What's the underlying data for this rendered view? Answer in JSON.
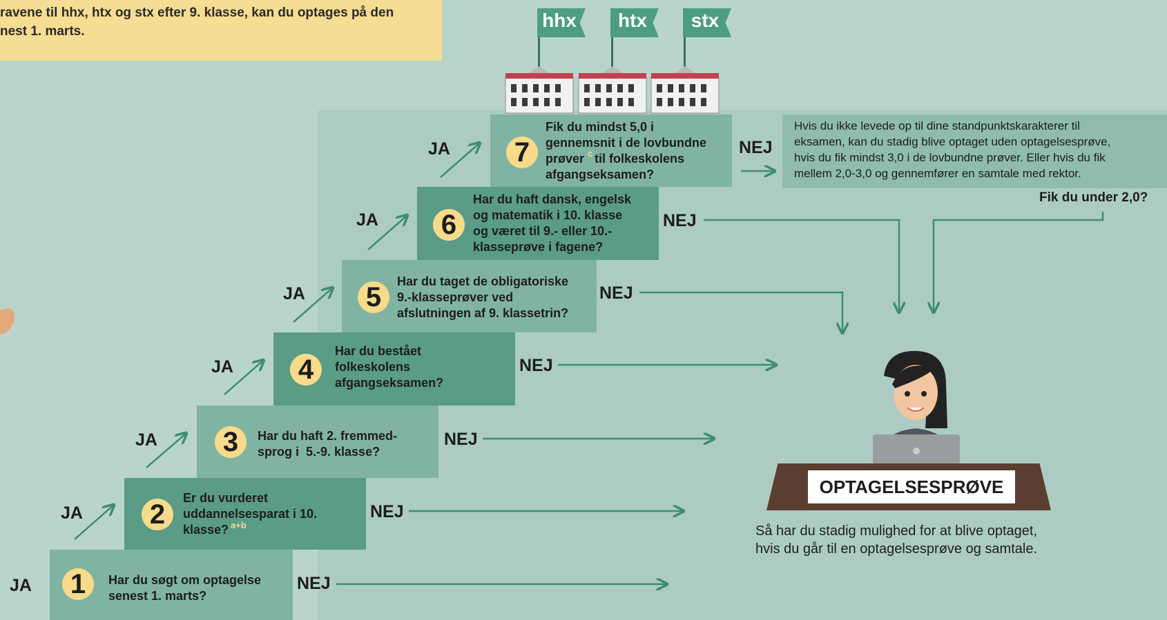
{
  "top_note": {
    "text": "ravene til hhx, htx og stx efter 9. klasse, kan du optages på den\nnest 1. marts."
  },
  "schools": [
    {
      "label": "hhx"
    },
    {
      "label": "htx"
    },
    {
      "label": "stx"
    }
  ],
  "steps": [
    {
      "number": "1",
      "question": "Har du søgt om optagelse\nsenest 1. marts?",
      "yes": "JA",
      "no": "NEJ"
    },
    {
      "number": "2",
      "question": "Er du vurderet\nuddannelsesparat i 10.\nklasse?",
      "superscript": "a+b",
      "yes": "JA",
      "no": "NEJ"
    },
    {
      "number": "3",
      "question": "Har du haft 2. fremmed-\nsprog i  5.-9. klasse?",
      "yes": "JA",
      "no": "NEJ"
    },
    {
      "number": "4",
      "question": "Har du bestået\nfolkeskolens\nafgangseksamen?",
      "yes": "JA",
      "no": "NEJ"
    },
    {
      "number": "5",
      "question": "Har du taget de obligatoriske\n9.-klasseprøver ved\nafslutningen af 9. klassetrin?",
      "yes": "JA",
      "no": "NEJ"
    },
    {
      "number": "6",
      "question": "Har du haft dansk, engelsk\nog matematik i 10. klasse\nog været til 9.- eller 10.-\nklasseprøve i fagene?",
      "yes": "JA",
      "no": "NEJ"
    },
    {
      "number": "7",
      "question": "Fik du mindst 5,0 i\ngennemsnit i de lovbundne\nprøver   til folkeskolens\nafgangseksamen?",
      "superscript": "c",
      "yes": "JA",
      "no": "NEJ"
    }
  ],
  "info_box": {
    "text": "Hvis du ikke levede op til dine standpunktskarakterer til\neksamen, kan du stadig blive optaget uden optagelsesprøve,\nhvis du fik mindst 3,0 i de lovbundne prøver. Eller hvis du fik\nmellem 2,0-3,0 og gennemfører en samtale med rektor."
  },
  "under_question": "Fik du under 2,0?",
  "destination": {
    "label": "OPTAGELSESPRØVE",
    "caption": "Så har du stadig mulighed for at blive optaget,\nhvis du går til en optagelsesprøve og samtale."
  },
  "colors": {
    "background": "#b9d5cb",
    "step_dark": "#5a9c86",
    "step_light": "#81b3a3",
    "badge": "#f7db8a",
    "note": "#f6dd94",
    "arrow": "#3f8c72"
  }
}
